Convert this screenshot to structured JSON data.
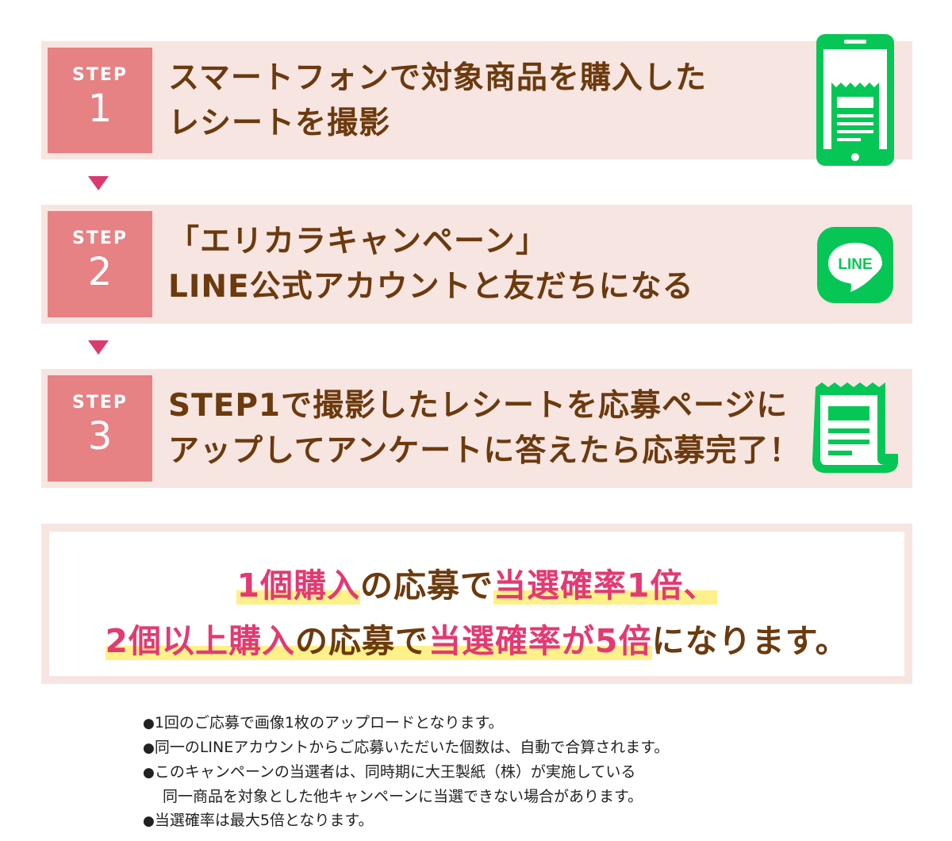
{
  "steps": [
    {
      "label": "STEP",
      "number": "1",
      "lines": [
        "スマートフォンで対象商品を購入した",
        "レシートを撮影"
      ],
      "icon": "smartphone-receipt-icon"
    },
    {
      "label": "STEP",
      "number": "2",
      "lines": [
        "「エリカラキャンペーン」",
        "LINE公式アカウントと友だちになる"
      ],
      "icon": "line-app-icon",
      "icon_text": "LINE"
    },
    {
      "label": "STEP",
      "number": "3",
      "lines": [
        "STEP1で撮影したレシートを応募ページに",
        "アップしてアンケートに答えたら応募完了！"
      ],
      "icon": "receipt-icon"
    }
  ],
  "result": {
    "line1": {
      "a": "1個購入",
      "b": "の応募で",
      "c": "当選確率1倍",
      "d": "、"
    },
    "line2": {
      "a": "2個以上購入",
      "b": "の応募で",
      "c": "当選確率が5倍",
      "d": "になります。"
    }
  },
  "notes": {
    "bullet": "●",
    "items": [
      "1回のご応募で画像1枚のアップロードとなります。",
      "同一のLINEアカウントからご応募いただいた個数は、自動で合算されます。",
      "このキャンペーンの当選者は、同時期に大王製紙（株）が実施している",
      "当選確率は最大5倍となります。"
    ],
    "item3_cont": "同一商品を対象とした他キャンペーンに当選できない場合があります。"
  },
  "colors": {
    "step_bg": "#f7e5e2",
    "badge": "#e68184",
    "text_brown": "#6b3a0d",
    "arrow_pink": "#dc3a6f",
    "highlight_pink": "#e23a73",
    "highlight_yellow": "#fff18a",
    "line_green": "#06c755"
  }
}
